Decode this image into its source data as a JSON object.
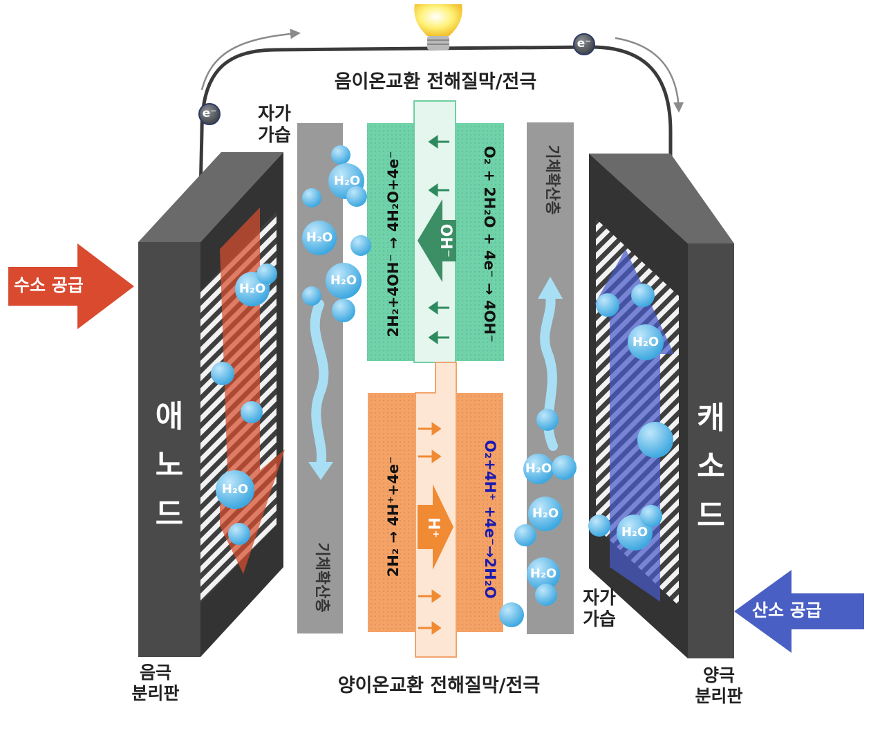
{
  "labels": {
    "top_membrane": "음이온교환 전해질막/전극",
    "bottom_membrane": "양이온교환 전해질막/전극",
    "self_humid_left": "자가\n가습",
    "self_humid_right": "자가\n가습",
    "anode_plate": "음극\n분리판",
    "cathode_plate": "양극\n분리판",
    "anode": "애\n노\n드",
    "cathode": "캐\n소\n드",
    "hydrogen_supply": "수소 공급",
    "oxygen_supply": "산소 공급",
    "gas_diffusion_right": "기체확산층",
    "gas_diffusion_left": "기체확산층",
    "ion_oh": "OH⁻",
    "ion_h": "H⁺",
    "electron": "e⁻",
    "water": "H₂O"
  },
  "reactions": {
    "anode_aem": "2H₂+4OH⁻ → 4H₂O+4e⁻",
    "cathode_aem": "O₂ + 2H₂O + 4e⁻ → 4OH⁻",
    "anode_pem": "2H₂ → 4H⁺+4e⁻",
    "cathode_pem": "O₂+4H⁺ +4e⁻→2H₂O"
  },
  "colors": {
    "hydrogen_arrow": "#d94a2f",
    "oxygen_arrow": "#4a5fc4",
    "aem_zone": "#6fd2a8",
    "pem_zone": "#f5a266",
    "plate": "#4a4a4a",
    "gdl": "#9a9a9a",
    "water": "#5ab8ea"
  }
}
